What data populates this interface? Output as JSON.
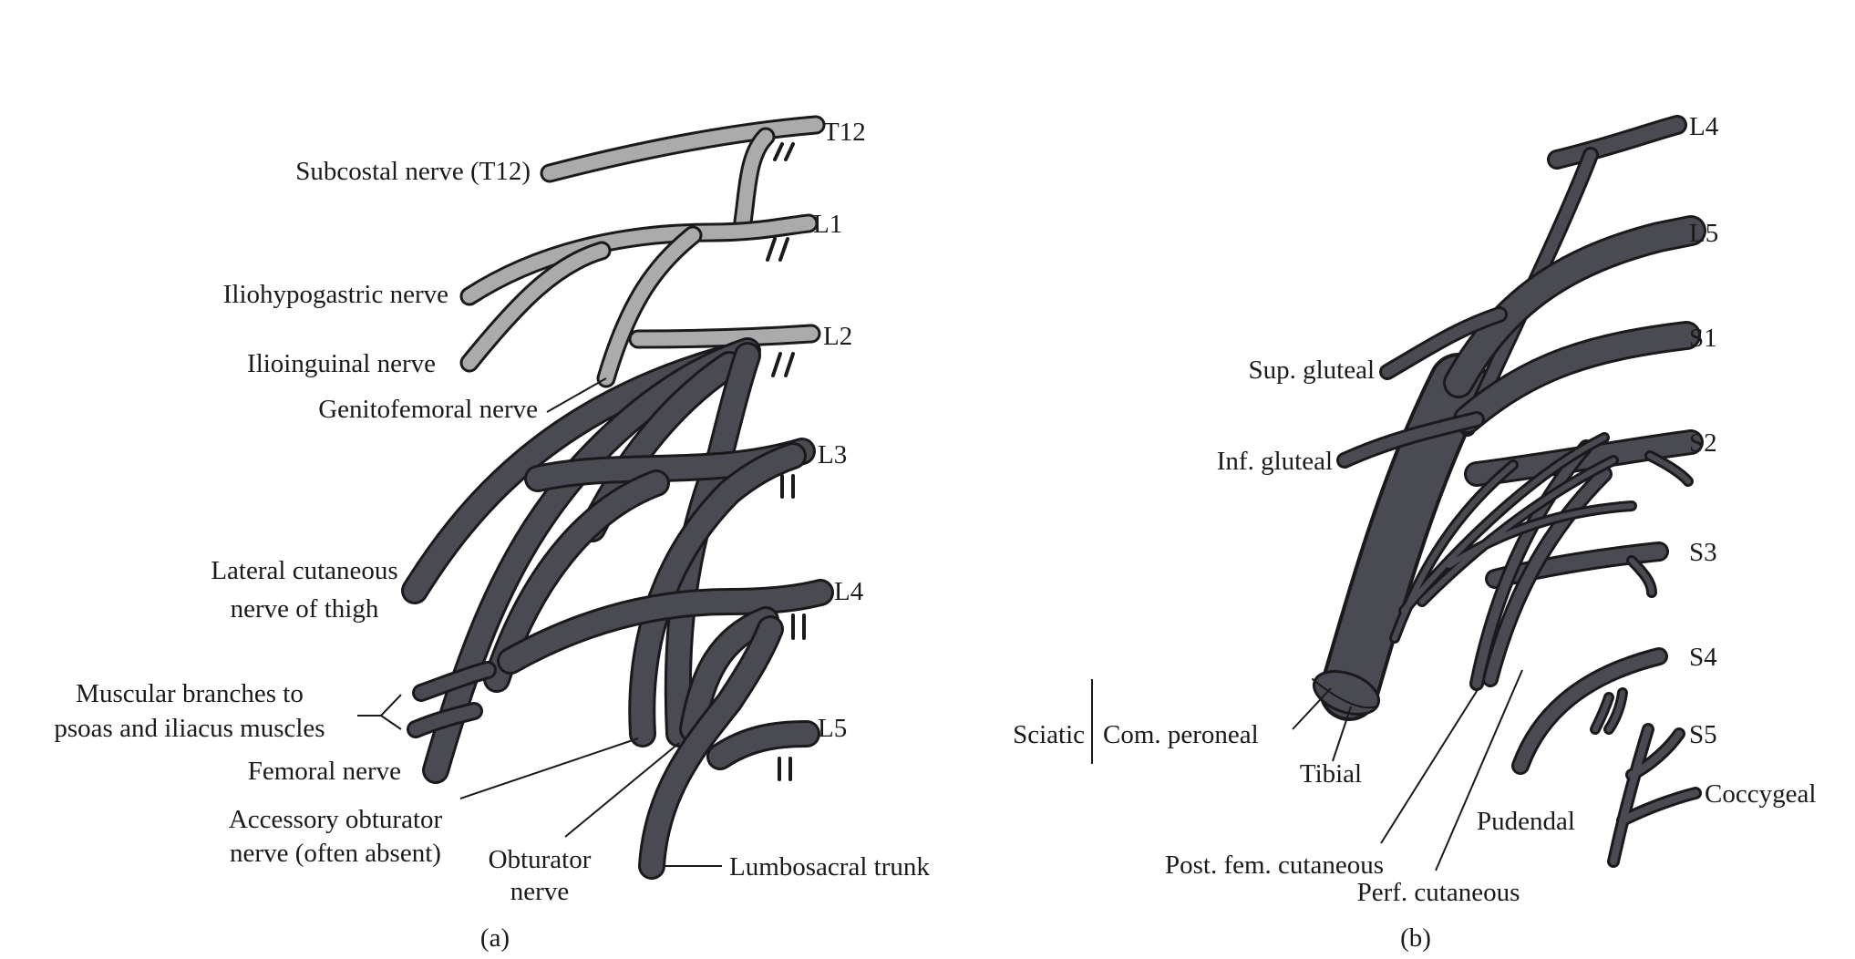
{
  "panel_a": {
    "caption": "(a)",
    "labels": {
      "t12": "T12",
      "l1": "L1",
      "l2": "L2",
      "l3": "L3",
      "l4": "L4",
      "l5": "L5",
      "subcostal": "Subcostal nerve (T12)",
      "iliohypogastric": "Iliohypogastric nerve",
      "ilioinguinal": "Ilioinguinal nerve",
      "genitofemoral": "Genitofemoral nerve",
      "lateral_cutaneous_1": "Lateral cutaneous",
      "lateral_cutaneous_2": "nerve of thigh",
      "muscular_1": "Muscular branches to",
      "muscular_2": "psoas and iliacus muscles",
      "femoral": "Femoral nerve",
      "accessory_obturator_1": "Accessory obturator",
      "accessory_obturator_2": "nerve (often absent)",
      "obturator_1": "Obturator",
      "obturator_2": "nerve",
      "lumbosacral_trunk": "Lumbosacral trunk"
    }
  },
  "panel_b": {
    "caption": "(b)",
    "labels": {
      "l4": "L4",
      "l5": "L5",
      "s1": "S1",
      "s2": "S2",
      "s3": "S3",
      "s4": "S4",
      "s5": "S5",
      "coccygeal": "Coccygeal",
      "sup_gluteal": "Sup. gluteal",
      "inf_gluteal": "Inf. gluteal",
      "sciatic": "Sciatic",
      "com_peroneal": "Com. peroneal",
      "tibial": "Tibial",
      "post_fem_cutaneous": "Post. fem. cutaneous",
      "pudendal": "Pudendal",
      "perf_cutaneous": "Perf. cutaneous"
    }
  },
  "colors": {
    "nerve_dark": "#4a4a52",
    "nerve_light": "#ababab",
    "outline": "#1a1a1c"
  }
}
